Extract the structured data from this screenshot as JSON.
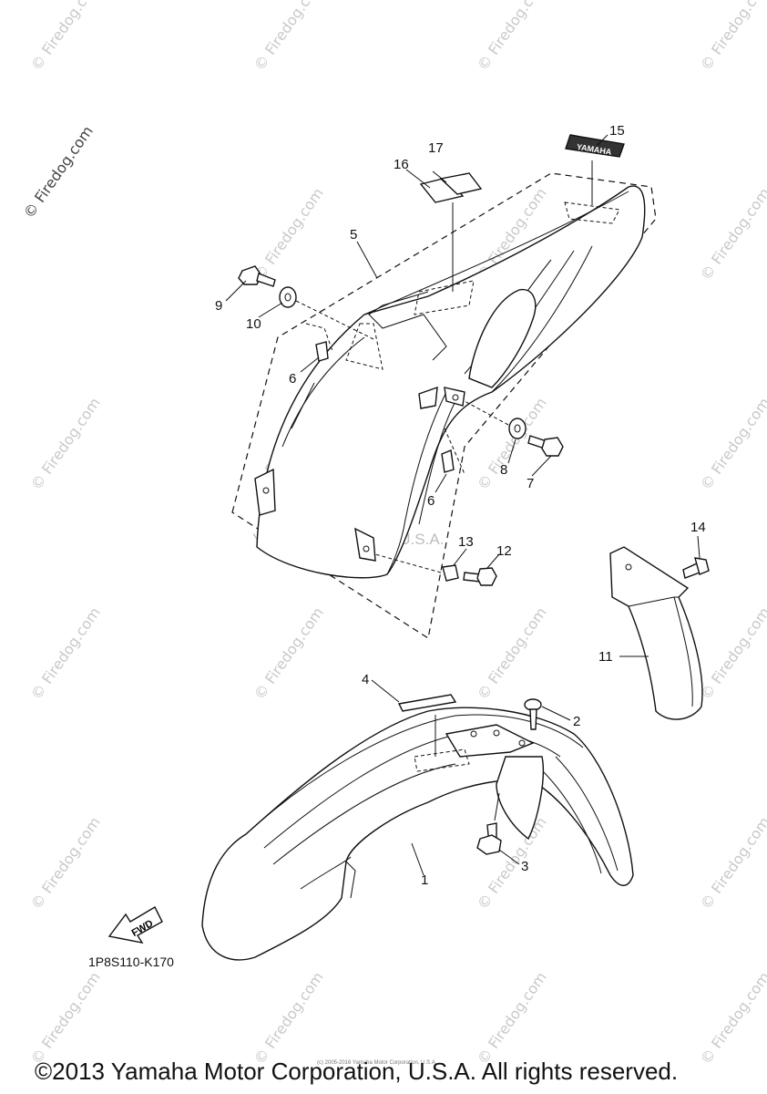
{
  "watermark": {
    "text": "© Firedog.com",
    "center_text": "Yamaha Motor Corp, U.S.A."
  },
  "drawing_number": "1P8S110-K170",
  "direction_arrow_label": "FWD",
  "decal_text": "YAMAHA",
  "copyright": "©2013 Yamaha Motor Corporation, U.S.A. All rights reserved.",
  "fine_print": "(c) 2005-2016 Yamaha Motor Corporation, U.S.A.",
  "callouts": [
    "1",
    "2",
    "3",
    "4",
    "5",
    "6",
    "6",
    "7",
    "8",
    "9",
    "10",
    "11",
    "12",
    "13",
    "14",
    "15",
    "16",
    "17"
  ]
}
